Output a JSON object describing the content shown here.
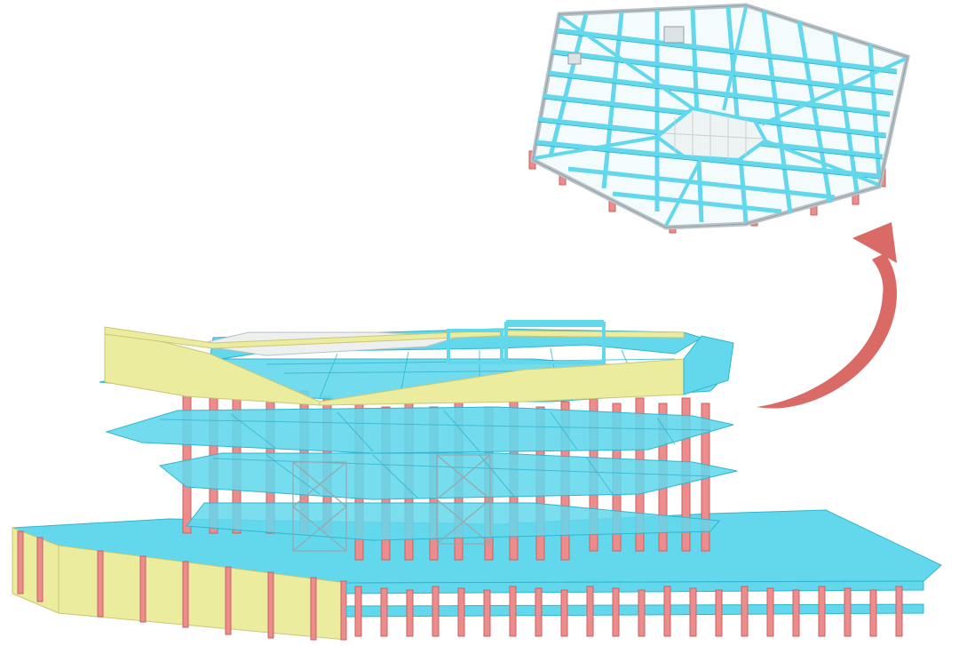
{
  "scene": {
    "subject": "structural-analysis-model",
    "views": [
      "main-building-isometric",
      "roof-framing-detail"
    ],
    "arrow": "curved-arrow-from-main-to-detail"
  },
  "colors": {
    "background": "#ffffff",
    "beam": "#63d8ec",
    "beam_dark": "#2fb6cf",
    "column": "#ec8c8c",
    "column_dark": "#c96262",
    "wall": "#ecec9e",
    "wall_dark": "#c9c878",
    "edge": "#b9c2c6",
    "arrow": "#d96a66"
  }
}
